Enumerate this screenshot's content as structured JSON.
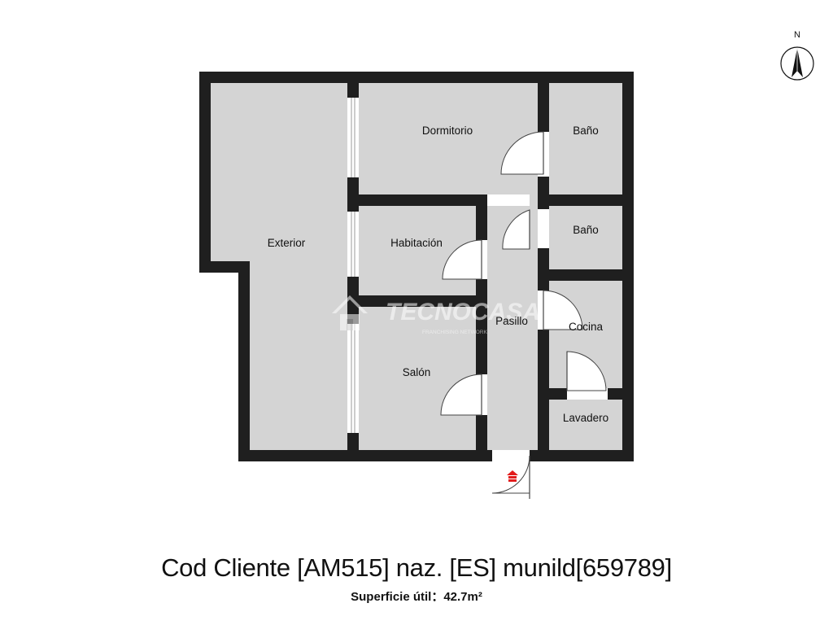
{
  "compass": {
    "label": "N"
  },
  "rooms": {
    "exterior": "Exterior",
    "dormitorio": "Dormitorio",
    "bano1": "Baño",
    "bano2": "Baño",
    "habitacion": "Habitación",
    "pasillo": "Pasillo",
    "cocina": "Cocina",
    "salon": "Salón",
    "lavadero": "Lavadero"
  },
  "watermark": {
    "brand": "TECNOCASA",
    "tagline": "FRANCHISING NETWORK"
  },
  "colors": {
    "wall": "#1f1f1f",
    "floor": "#d4d4d4",
    "entrance_marker": "#e21b1b"
  },
  "caption": {
    "title": "Cod Cliente [AM515] naz. [ES] munild[659789]",
    "surface": "Superficie útil：42.7m²"
  }
}
